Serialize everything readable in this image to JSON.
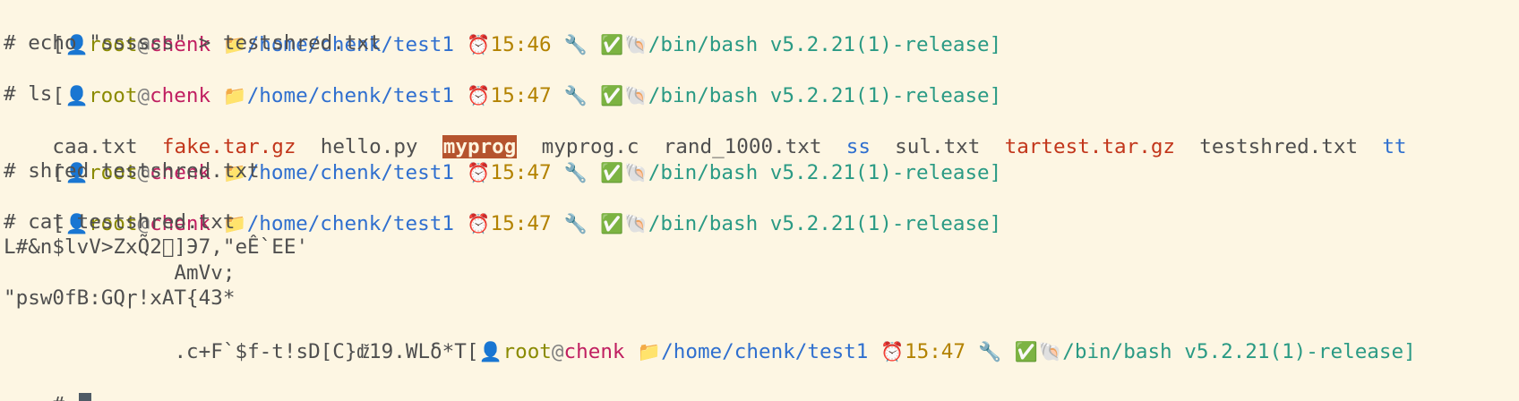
{
  "prompt": {
    "open_bracket": "[",
    "user": "root",
    "at": "@",
    "host": "chenk",
    "path": "/home/chenk/test1",
    "shell_info": "/bin/bash v5.2.21(1)-release]",
    "user_icon": "👤",
    "folder_icon": "📁",
    "clock_icon": "⏰",
    "wrench_icon": "🔧",
    "check_icon": "✅",
    "shell_icon": "🐚"
  },
  "times": [
    "15:46",
    "15:47",
    "15:47",
    "15:47",
    "15:47"
  ],
  "commands": {
    "echo": "# echo \"ssssss\" > testshred.txt",
    "ls": "# ls",
    "shred": "# shred testshred.txt",
    "cat": "# cat testshred.txt"
  },
  "ls_output": [
    {
      "name": "caa.txt",
      "style": "plain"
    },
    {
      "name": "fake.tar.gz",
      "style": "red"
    },
    {
      "name": "hello.py",
      "style": "plain"
    },
    {
      "name": "myprog",
      "style": "highlight"
    },
    {
      "name": "myprog.c",
      "style": "plain"
    },
    {
      "name": "rand_1000.txt",
      "style": "plain"
    },
    {
      "name": "ss",
      "style": "blue"
    },
    {
      "name": "sul.txt",
      "style": "plain"
    },
    {
      "name": "tartest.tar.gz",
      "style": "red"
    },
    {
      "name": "testshred.txt",
      "style": "plain"
    },
    {
      "name": "tt",
      "style": "blue"
    }
  ],
  "garbage": {
    "line1": "L#&n$lvV>ZxQ̃2⃞]Э7,\"eÊ`EE'",
    "line2": "              AmVv;",
    "line3": "\"psw0fB:GQɼ!xAT{43*",
    "line4_prefix": "          .c+F`$f-t!sD[C}ǆ19.WLδ*T"
  },
  "final_prompt": "# "
}
